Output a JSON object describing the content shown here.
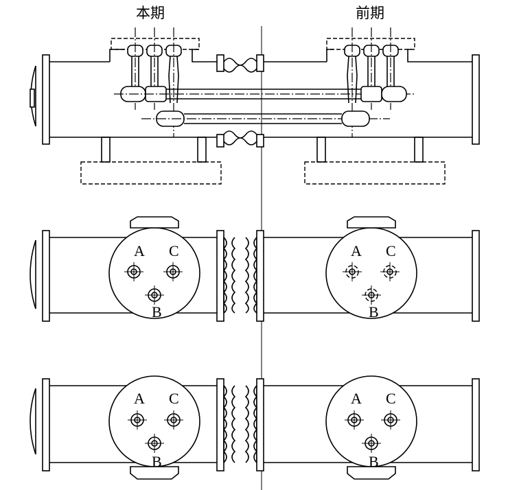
{
  "labels": {
    "current_phase": "本期",
    "previous_phase": "前期"
  },
  "phases": {
    "a": "A",
    "b": "B",
    "c": "C"
  }
}
